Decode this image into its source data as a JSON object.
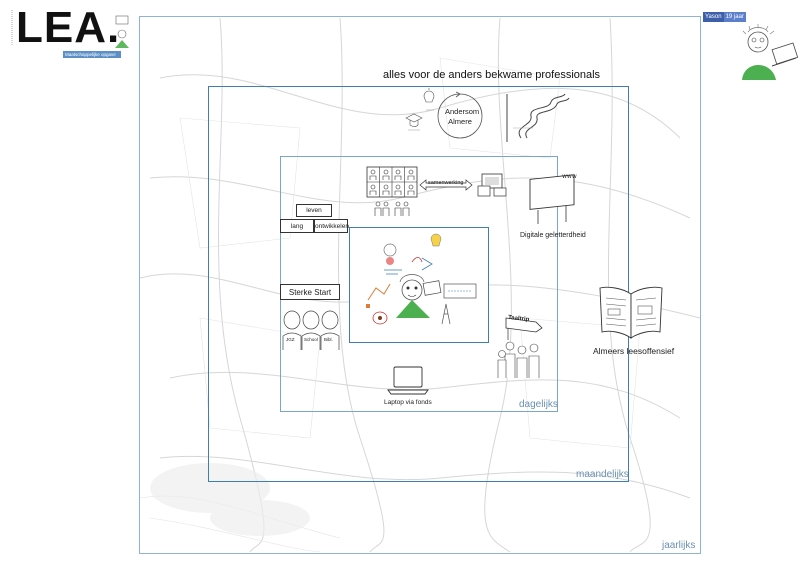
{
  "logo": {
    "text": "LEA.",
    "subtitle": "Maatschappelijke opgave"
  },
  "badge": {
    "left": "Yason",
    "right": "19 jaar"
  },
  "title": "alles voor de anders bekwame professionals",
  "frequencies": {
    "yearly": "jaarlijks",
    "monthly": "maandelijks",
    "daily": "dagelijks"
  },
  "andersom": {
    "line1": "Andersom",
    "line2": "Almere"
  },
  "samenwerking": "samenwerking",
  "digitale": "Digitale geletterdheid",
  "leven_lang": {
    "leven": "leven",
    "lang": "lang",
    "ontwikkelen": "ontwikkelen"
  },
  "sterke_start": {
    "title": "Sterke Start",
    "figures": [
      "JGZ",
      "School",
      "Bibl."
    ]
  },
  "taaltrip": "Taaltrip",
  "laptop": "Laptop via fonds",
  "leesoffensief": "Almeers leesoffensief",
  "colors": {
    "frame": "#3f7fb0",
    "badge": "#3c5fa8",
    "plant": "#4caf50"
  }
}
